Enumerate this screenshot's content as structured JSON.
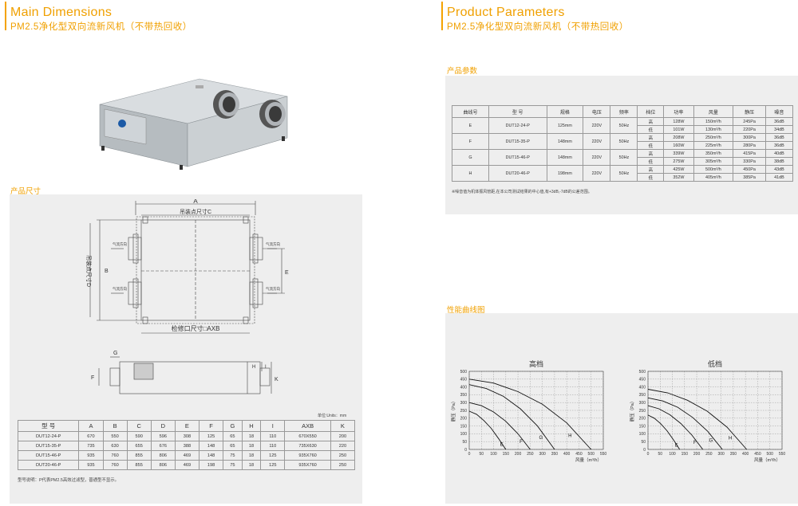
{
  "left": {
    "title_en": "Main Dimensions",
    "title_cn": "PM2.5净化型双向流新风机（不带热回收）",
    "size_section": "产品尺寸",
    "drawing": {
      "dim_A": "A",
      "dim_C": "吊装点尺寸C",
      "dim_D": "吊装点尺寸D",
      "dim_B": "B",
      "dim_E": "E",
      "access": "检修口尺寸□AXB",
      "airflow": "气流方向",
      "dim_G": "G",
      "dim_F": "F",
      "dim_H": "H",
      "dim_I": "I",
      "dim_K": "K"
    },
    "unit_note": "单位:Units：mm",
    "table": {
      "headers": [
        "型 号",
        "A",
        "B",
        "C",
        "D",
        "E",
        "F",
        "G",
        "H",
        "I",
        "AXB",
        "K"
      ],
      "rows": [
        [
          "DUT12-24-P",
          "670",
          "550",
          "590",
          "596",
          "308",
          "125",
          "65",
          "18",
          "110",
          "670X550",
          "200"
        ],
        [
          "DUT15-35-P",
          "735",
          "630",
          "655",
          "676",
          "388",
          "148",
          "65",
          "18",
          "110",
          "735X630",
          "220"
        ],
        [
          "DUT15-46-P",
          "935",
          "760",
          "855",
          "806",
          "469",
          "148",
          "75",
          "18",
          "125",
          "935X760",
          "250"
        ],
        [
          "DUT20-46-P",
          "935",
          "760",
          "855",
          "806",
          "469",
          "198",
          "75",
          "18",
          "125",
          "935X760",
          "250"
        ]
      ]
    },
    "model_note": "型号说明：P代表PM2.5高效过滤型，普通型不显示。"
  },
  "right": {
    "title_en": "Product Parameters",
    "title_cn": "PM2.5净化型双向流新风机（不带热回收）",
    "params_section": "产品参数",
    "table": {
      "headers": [
        "曲线号",
        "型 号",
        "规格",
        "电压",
        "频率",
        "档位",
        "功率",
        "风量",
        "静压",
        "噪音"
      ],
      "groups": [
        {
          "curve": "E",
          "model": "DUT12-24-P",
          "size": "125mm",
          "voltage": "220V",
          "freq": "50Hz",
          "rows": [
            [
              "高",
              "128W",
              "150m³/h",
              "245Pa",
              "36dB"
            ],
            [
              "低",
              "101W",
              "130m³/h",
              "220Pa",
              "34dB"
            ]
          ]
        },
        {
          "curve": "F",
          "model": "DUT15-35-P",
          "size": "148mm",
          "voltage": "220V",
          "freq": "50Hz",
          "rows": [
            [
              "高",
              "208W",
              "250m³/h",
              "300Pa",
              "36dB"
            ],
            [
              "低",
              "160W",
              "225m³/h",
              "280Pa",
              "36dB"
            ]
          ]
        },
        {
          "curve": "G",
          "model": "DUT15-46-P",
          "size": "148mm",
          "voltage": "220V",
          "freq": "50Hz",
          "rows": [
            [
              "高",
              "339W",
              "350m³/h",
              "415Pa",
              "40dB"
            ],
            [
              "低",
              "275W",
              "305m³/h",
              "330Pa",
              "38dB"
            ]
          ]
        },
        {
          "curve": "H",
          "model": "DUT20-46-P",
          "size": "198mm",
          "voltage": "220V",
          "freq": "50Hz",
          "rows": [
            [
              "高",
              "425W",
              "500m³/h",
              "450Pa",
              "43dB"
            ],
            [
              "低",
              "352W",
              "405m³/h",
              "385Pa",
              "41dB"
            ]
          ]
        }
      ]
    },
    "noise_note": "※噪音值为机体振风管距,在本公司测试结果的中心值,有+3dB,-7dB的公差范围。",
    "curve_section": "性能曲线图"
  },
  "chart_data": [
    {
      "type": "line",
      "title": "高档",
      "xlabel": "风量（m³/h）",
      "ylabel": "静压（Pa）",
      "xlim": [
        0,
        550
      ],
      "ylim": [
        0,
        500
      ],
      "xticks": [
        0,
        50,
        100,
        150,
        200,
        250,
        300,
        350,
        400,
        450,
        500,
        550
      ],
      "yticks": [
        0,
        50,
        100,
        150,
        200,
        250,
        300,
        350,
        400,
        450,
        500
      ],
      "grid": true,
      "series": [
        {
          "name": "E",
          "x": [
            0,
            30,
            60,
            90,
            120,
            150
          ],
          "y": [
            245,
            225,
            185,
            135,
            70,
            0
          ]
        },
        {
          "name": "F",
          "x": [
            0,
            50,
            100,
            150,
            200,
            250
          ],
          "y": [
            300,
            280,
            240,
            180,
            100,
            0
          ]
        },
        {
          "name": "G",
          "x": [
            0,
            70,
            140,
            210,
            280,
            350
          ],
          "y": [
            415,
            390,
            340,
            260,
            150,
            0
          ]
        },
        {
          "name": "H",
          "x": [
            0,
            100,
            200,
            300,
            400,
            500
          ],
          "y": [
            450,
            425,
            370,
            290,
            170,
            0
          ]
        }
      ]
    },
    {
      "type": "line",
      "title": "低档",
      "xlabel": "风量（m³/h）",
      "ylabel": "静压（Pa）",
      "xlim": [
        0,
        550
      ],
      "ylim": [
        0,
        500
      ],
      "xticks": [
        0,
        50,
        100,
        150,
        200,
        250,
        300,
        350,
        400,
        450,
        500,
        550
      ],
      "yticks": [
        0,
        50,
        100,
        150,
        200,
        250,
        300,
        350,
        400,
        450,
        500
      ],
      "grid": true,
      "series": [
        {
          "name": "E",
          "x": [
            0,
            26,
            52,
            78,
            104,
            130
          ],
          "y": [
            220,
            200,
            165,
            120,
            62,
            0
          ]
        },
        {
          "name": "F",
          "x": [
            0,
            45,
            90,
            135,
            180,
            225
          ],
          "y": [
            280,
            260,
            222,
            166,
            92,
            0
          ]
        },
        {
          "name": "G",
          "x": [
            0,
            61,
            122,
            183,
            244,
            305
          ],
          "y": [
            330,
            310,
            270,
            205,
            118,
            0
          ]
        },
        {
          "name": "H",
          "x": [
            0,
            81,
            162,
            243,
            324,
            405
          ],
          "y": [
            385,
            362,
            315,
            245,
            143,
            0
          ]
        }
      ]
    }
  ]
}
